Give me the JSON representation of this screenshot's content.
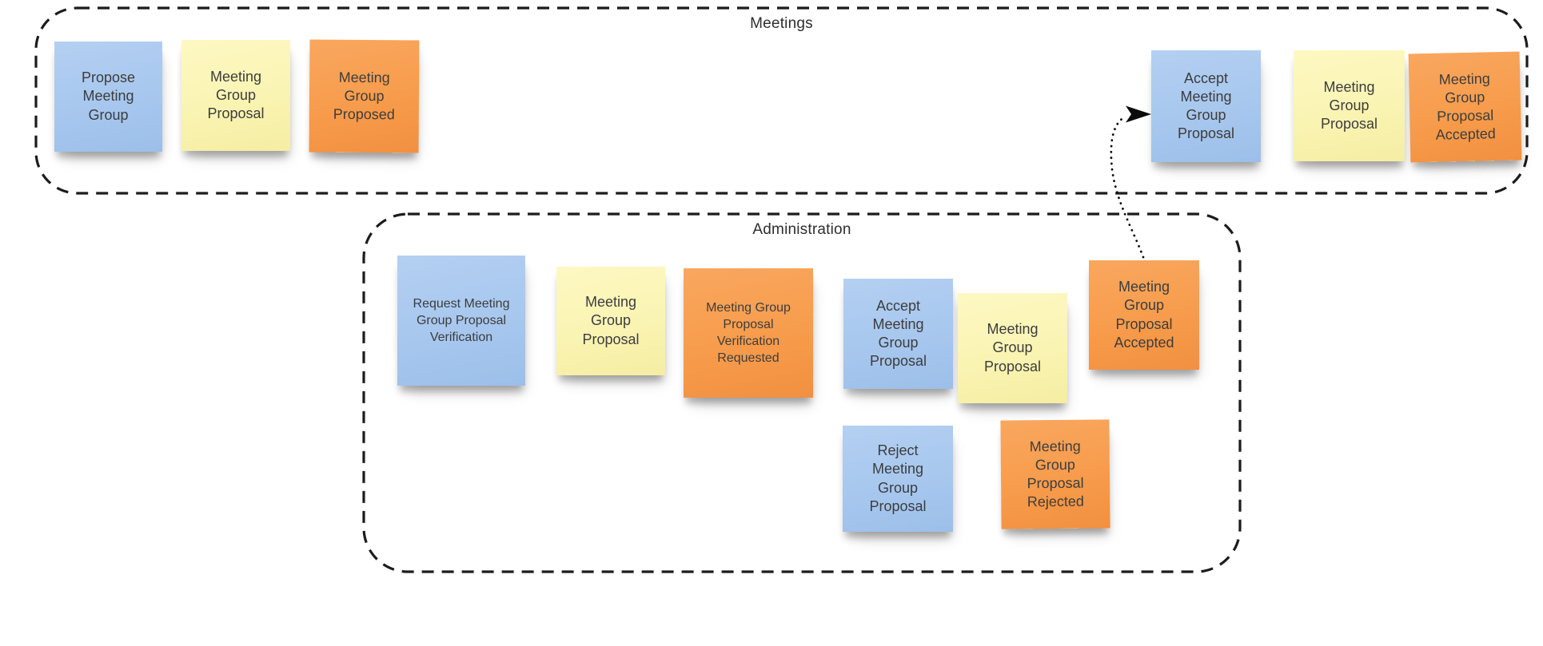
{
  "board": {
    "background": "#ffffff"
  },
  "zones": [
    {
      "title": "Meetings",
      "notes": [
        {
          "text": "Propose\nMeeting\nGroup",
          "color": "blue"
        },
        {
          "text": "Meeting\nGroup\nProposal",
          "color": "yellow"
        },
        {
          "text": "Meeting\nGroup\nProposed",
          "color": "orange"
        },
        {
          "text": "Accept\nMeeting\nGroup\nProposal",
          "color": "blue"
        },
        {
          "text": "Meeting\nGroup\nProposal",
          "color": "yellow"
        },
        {
          "text": "Meeting\nGroup\nProposal\nAccepted",
          "color": "orange"
        }
      ]
    },
    {
      "title": "Administration",
      "notes": [
        {
          "text": "Request Meeting\nGroup Proposal\nVerification",
          "color": "blue"
        },
        {
          "text": "Meeting\nGroup\nProposal",
          "color": "yellow"
        },
        {
          "text": "Meeting Group\nProposal\nVerification\nRequested",
          "color": "orange"
        },
        {
          "text": "Accept\nMeeting\nGroup\nProposal",
          "color": "blue"
        },
        {
          "text": "Meeting\nGroup\nProposal",
          "color": "yellow"
        },
        {
          "text": "Meeting\nGroup\nProposal\nAccepted",
          "color": "orange"
        },
        {
          "text": "Reject\nMeeting\nGroup\nProposal",
          "color": "blue"
        },
        {
          "text": "Meeting\nGroup\nProposal\nRejected",
          "color": "orange"
        }
      ]
    }
  ],
  "arrow": {
    "style": "dotted",
    "from": "Meeting Group Proposal Accepted (Administration)",
    "to": "Accept Meeting Group Proposal (Meetings)"
  },
  "colors": {
    "background": "#ffffff",
    "zone_border": "#1c1c1c",
    "zone_title_text": "#2e2e2e",
    "note_blue": "#a7c7ee",
    "note_yellow": "#faf4b3",
    "note_orange": "#f79c4c",
    "note_text": "#3d3d3d",
    "arrow": "#0c0c0c"
  }
}
